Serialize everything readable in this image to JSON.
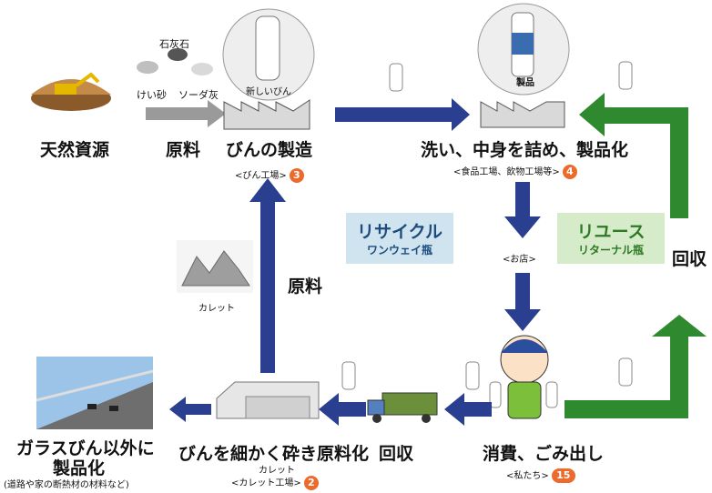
{
  "nodes": {
    "natural_resources": "天然資源",
    "bottle_making": "びんの製造",
    "bottle_factory_label": "<びん工場>",
    "bottle_factory_badge": "3",
    "washing_filling": "洗い、中身を詰め、製品化",
    "food_factory_label": "<食品工場、飲物工場等>",
    "food_factory_badge": "4",
    "store": "<お店>",
    "consumption": "消費、ごみ出し",
    "us_label": "<私たち>",
    "us_badges": "15",
    "crush": "びんを細かく砕き原料化",
    "cullet_sub": "カレット",
    "cullet_factory_label": "<カレット工場>",
    "cullet_factory_badge": "2",
    "other_products_line1": "ガラスびん以外に",
    "other_products_line2": "製品化",
    "other_products_note": "(道路や家の断熱材の材料など)"
  },
  "flow_labels": {
    "raw_material_top": "原料",
    "raw_material_left": "原料",
    "collection_bottom": "回収",
    "collection_right": "回収"
  },
  "materials": {
    "limestone": "石灰石",
    "silica_sand": "けい砂",
    "soda_ash": "ソーダ灰",
    "new_bottle": "新しいびん",
    "product": "製品",
    "cullet": "カレット"
  },
  "boxes": {
    "recycle_title": "リサイクル",
    "recycle_sub": "ワンウェイ瓶",
    "reuse_title": "リユース",
    "reuse_sub": "リターナル瓶"
  },
  "colors": {
    "blue_arrow": "#2a3f8f",
    "green_arrow": "#2f8a2f",
    "gray_arrow": "#9a9a9a",
    "badge": "#ec6a2b",
    "recycle_box": "#cfe4ef",
    "reuse_box": "#d6ebc9"
  }
}
